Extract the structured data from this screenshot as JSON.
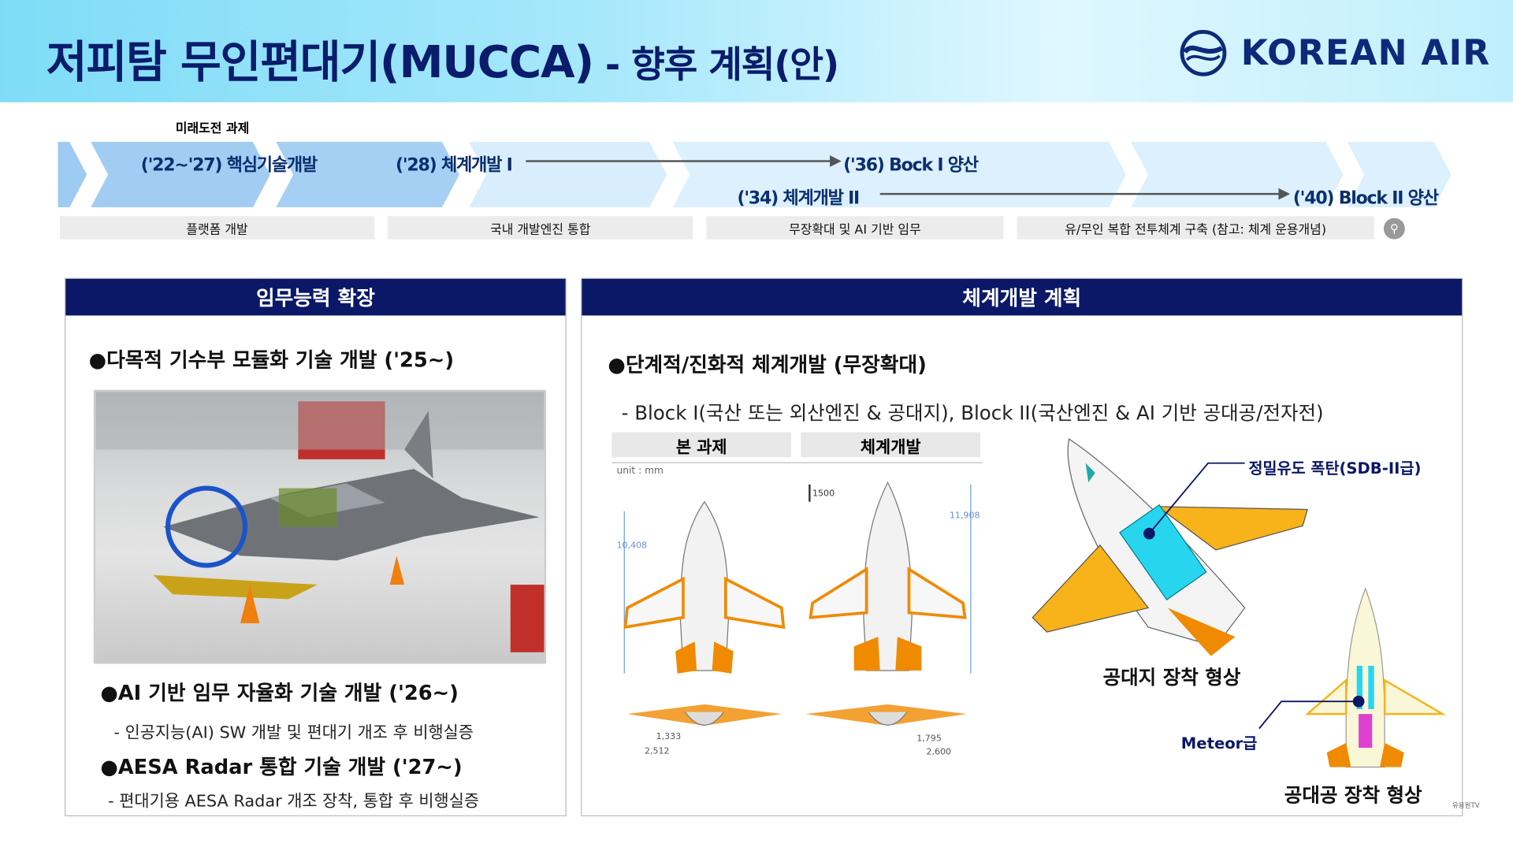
{
  "header": {
    "title_main": "저피탐 무인편대기(MUCCA)",
    "title_sub": " - 향후 계획(안)",
    "logo_text": "KOREAN AIR"
  },
  "timeline": {
    "future_label": "미래도전 과제",
    "milestones": [
      "('22~'27) 핵심기술개발",
      "('28) 체계개발 I",
      "('36) Bock I 양산",
      "('34) 체계개발 II",
      "('40) Block II 양산"
    ],
    "phases": [
      "플랫폼 개발",
      "국내 개발엔진 통합",
      "무장확대 및 AI 기반 임무",
      "유/무인 복합 전투체계 구축 (참고: 체계 운용개념)"
    ]
  },
  "left_panel": {
    "header": "임무능력 확장",
    "bullet1": "●다목적 기수부 모듈화 기술 개발 ('25~)",
    "bullet2": "●AI 기반 임무 자율화 기술 개발 ('26~)",
    "bullet2_sub": "- 인공지능(AI) SW 개발 및 편대기 개조 후 비행실증",
    "bullet3": "●AESA Radar 통합 기술 개발 ('27~)",
    "bullet3_sub": "- 편대기용 AESA Radar 개조 장착, 통합 후 비행실증"
  },
  "right_panel": {
    "header": "체계개발 계획",
    "bullet": "●단계적/진화적 체계개발 (무장확대)",
    "sub": "- Block I(국산 또는 외산엔진 & 공대지), Block II(국산엔진 & AI 기반 공대공/전자전)",
    "tab1": "본 과제",
    "tab2": "체계개발",
    "unit": "unit : mm",
    "dims": {
      "len1": "10,408",
      "len2": "11,908",
      "delta": "1500",
      "w1a": "1,333",
      "w1b": "2,512",
      "w2a": "1,795",
      "w2b": "2,600"
    },
    "sdb_label": "정밀유도 폭탄(SDB-II급)",
    "ag_caption": "공대지 장착 형상",
    "meteor_label": "Meteor급",
    "aa_caption": "공대공 장착 형상"
  },
  "watermark": "유용원TV",
  "colors": {
    "navy": "#0b1868",
    "orange": "#f08a00",
    "cyan": "#27d6ee"
  }
}
